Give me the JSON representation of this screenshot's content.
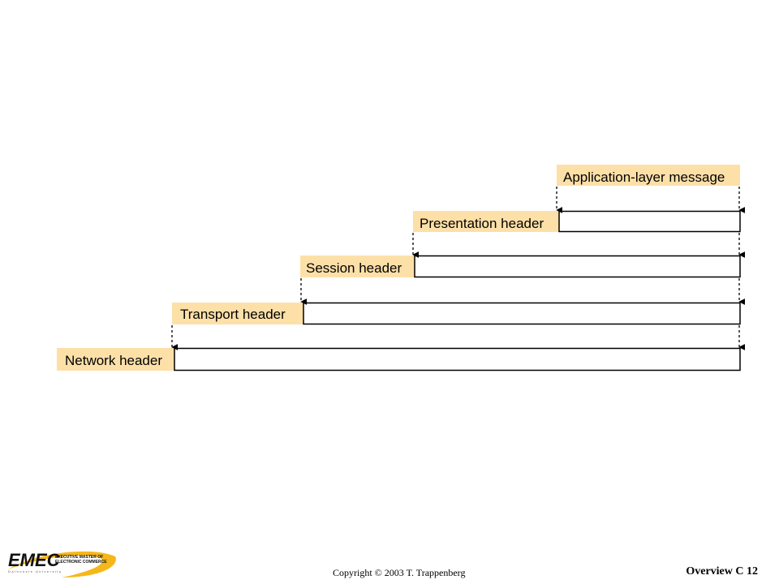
{
  "diagram": {
    "layers": [
      {
        "label": "Application-layer message"
      },
      {
        "label": "Presentation header"
      },
      {
        "label": "Session header"
      },
      {
        "label": "Transport header"
      },
      {
        "label": "Network header"
      }
    ]
  },
  "footer": {
    "copyright": "Copyright © 2003 T. Trappenberg",
    "slide_label": "Overview  C 12"
  },
  "logo": {
    "name": "EMEC",
    "subtitle_line1": "EXECUTIVE MASTER OF",
    "subtitle_line2": "ELECTRONIC COMMERCE",
    "university": "Dalhousie University"
  },
  "colors": {
    "header_fill": "#fde0a8",
    "logo_swoosh": "#f5b71a"
  }
}
